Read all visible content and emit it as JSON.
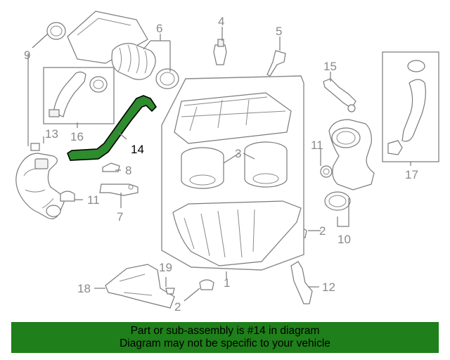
{
  "callouts": {
    "c1": "1",
    "c2a": "2",
    "c2b": "2",
    "c3": "3",
    "c4": "4",
    "c5": "5",
    "c6": "6",
    "c7": "7",
    "c8": "8",
    "c9": "9",
    "c10": "10",
    "c11a": "11",
    "c11b": "11",
    "c12": "12",
    "c13": "13",
    "c14": "14",
    "c15": "15",
    "c16": "16",
    "c17": "17",
    "c18": "18",
    "c19": "19"
  },
  "highlight_color": "#2e8b2e",
  "banner": {
    "line1": "Part or sub-assembly is #14 in diagram",
    "line2": "Diagram may not be specific to your vehicle",
    "color": "#1f7f1a"
  }
}
